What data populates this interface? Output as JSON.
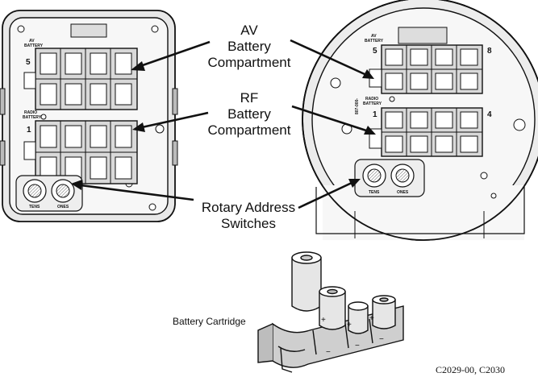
{
  "labels": {
    "av_line1": "AV",
    "av_line2": "Battery",
    "av_line3": "Compartment",
    "rf_line1": "RF",
    "rf_line2": "Battery",
    "rf_line3": "Compartment",
    "rotary_line1": "Rotary Address",
    "rotary_line2": "Switches",
    "cartridge": "Battery Cartridge",
    "figure_code": "C2029-00, C2030"
  },
  "device_left": {
    "av_label_1": "AV",
    "av_label_2": "BATTERY",
    "rf_label_1": "RADIO",
    "rf_label_2": "BATTERY",
    "slot_first": "5",
    "slot_rf_first": "1",
    "dial_tens": "TENS",
    "dial_ones": "ONES"
  },
  "device_right": {
    "av_label_1": "AV",
    "av_label_2": "BATTERY",
    "rf_label_1": "RADIO",
    "rf_label_2": "BATTERY",
    "slot_first": "5",
    "slot_last": "8",
    "slot_rf_first": "1",
    "slot_rf_last": "4",
    "part_no": "807-000-",
    "dial_tens": "TENS",
    "dial_ones": "ONES"
  }
}
